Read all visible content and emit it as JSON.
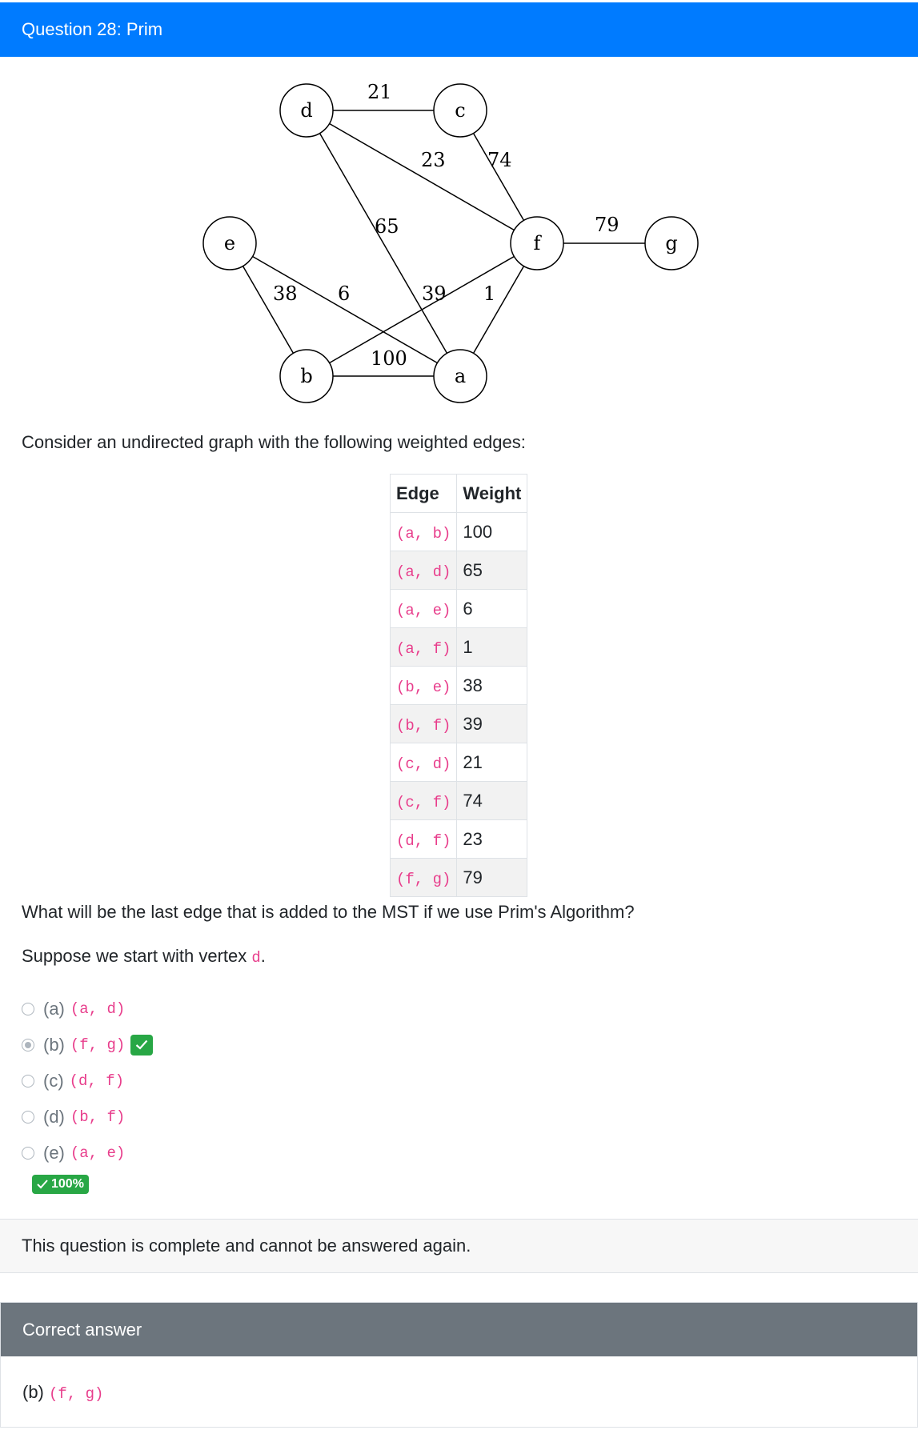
{
  "header": {
    "title": "Question 28: Prim"
  },
  "graph": {
    "nodes": [
      {
        "id": "d",
        "label": "d"
      },
      {
        "id": "c",
        "label": "c"
      },
      {
        "id": "e",
        "label": "e"
      },
      {
        "id": "f",
        "label": "f"
      },
      {
        "id": "g",
        "label": "g"
      },
      {
        "id": "b",
        "label": "b"
      },
      {
        "id": "a",
        "label": "a"
      }
    ],
    "edges": [
      {
        "from": "d",
        "to": "c",
        "weight": "21"
      },
      {
        "from": "d",
        "to": "f",
        "weight": "23"
      },
      {
        "from": "c",
        "to": "f",
        "weight": "74"
      },
      {
        "from": "d",
        "to": "a",
        "weight": "65"
      },
      {
        "from": "f",
        "to": "g",
        "weight": "79"
      },
      {
        "from": "e",
        "to": "b",
        "weight": "38"
      },
      {
        "from": "e",
        "to": "a",
        "weight": "6"
      },
      {
        "from": "b",
        "to": "f",
        "weight": "39"
      },
      {
        "from": "a",
        "to": "f",
        "weight": "1"
      },
      {
        "from": "b",
        "to": "a",
        "weight": "100"
      }
    ]
  },
  "intro_text": "Consider an undirected graph with the following weighted edges:",
  "table": {
    "headers": [
      "Edge",
      "Weight"
    ],
    "rows": [
      {
        "edge": "(a, b)",
        "weight": "100"
      },
      {
        "edge": "(a, d)",
        "weight": "65"
      },
      {
        "edge": "(a, e)",
        "weight": "6"
      },
      {
        "edge": "(a, f)",
        "weight": "1"
      },
      {
        "edge": "(b, e)",
        "weight": "38"
      },
      {
        "edge": "(b, f)",
        "weight": "39"
      },
      {
        "edge": "(c, d)",
        "weight": "21"
      },
      {
        "edge": "(c, f)",
        "weight": "74"
      },
      {
        "edge": "(d, f)",
        "weight": "23"
      },
      {
        "edge": "(f, g)",
        "weight": "79"
      }
    ]
  },
  "question_text": "What will be the last edge that is added to the MST if we use Prim's Algorithm?",
  "start": {
    "prefix": "Suppose we start with vertex ",
    "vertex": "d",
    "suffix": "."
  },
  "options": [
    {
      "letter": "(a)",
      "value": "(a, d)",
      "selected": false,
      "correct": false
    },
    {
      "letter": "(b)",
      "value": "(f, g)",
      "selected": true,
      "correct": true
    },
    {
      "letter": "(c)",
      "value": "(d, f)",
      "selected": false,
      "correct": false
    },
    {
      "letter": "(d)",
      "value": "(b, f)",
      "selected": false,
      "correct": false
    },
    {
      "letter": "(e)",
      "value": "(a, e)",
      "selected": false,
      "correct": false
    }
  ],
  "score": {
    "label": "100%"
  },
  "footer": {
    "text": "This question is complete and cannot be answered again."
  },
  "correct_answer": {
    "title": "Correct answer",
    "letter": "(b)",
    "value": "(f, g)"
  },
  "colors": {
    "primary": "#007bff",
    "success": "#28a745",
    "secondary": "#6c757d",
    "code": "#e83e8c"
  }
}
